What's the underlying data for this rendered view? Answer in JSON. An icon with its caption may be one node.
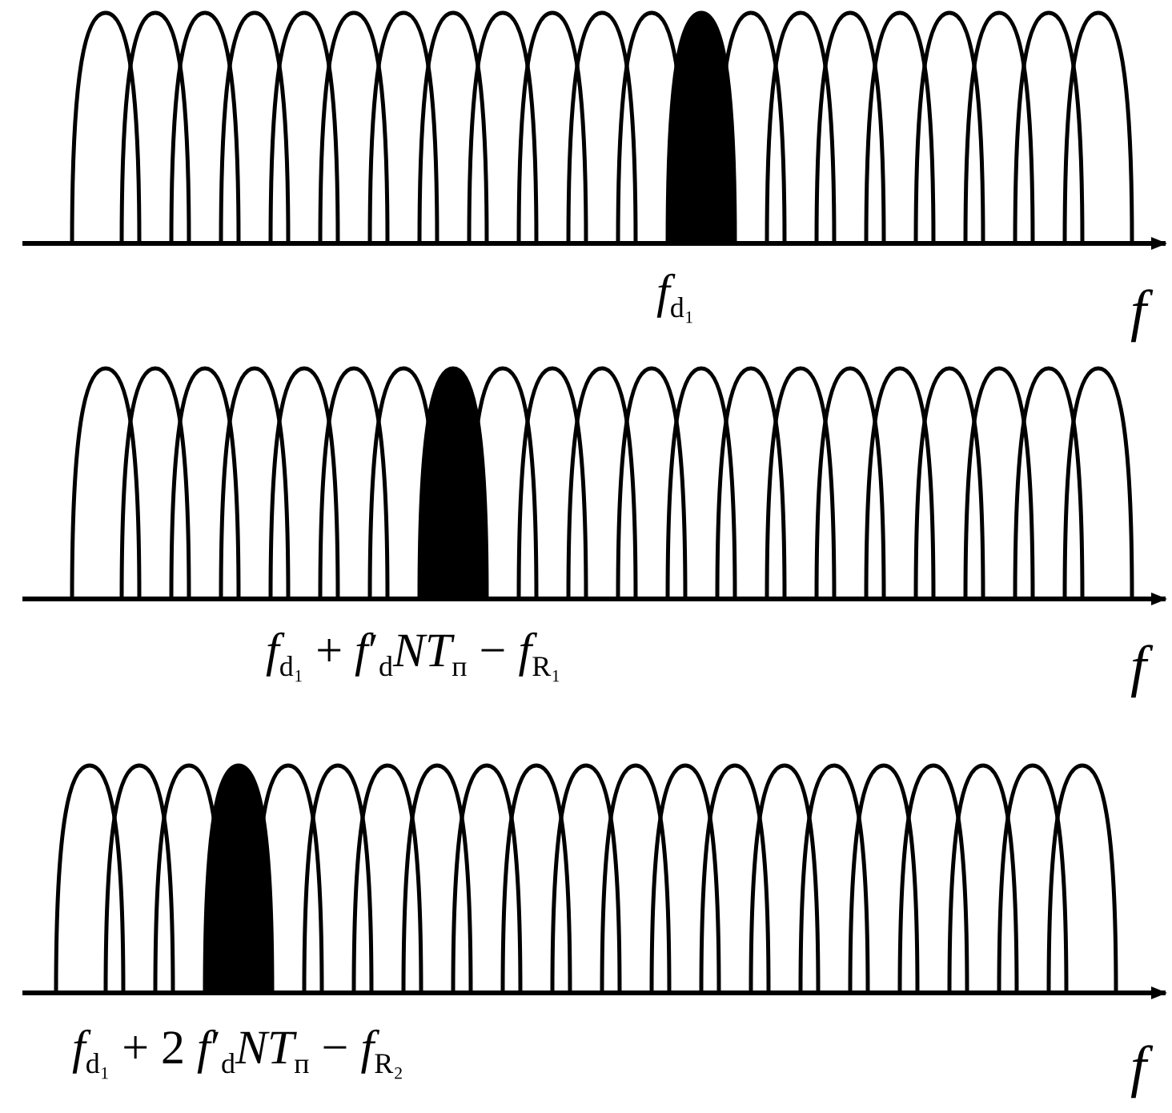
{
  "diagram": {
    "labels": [
      "*f*$_{d₁}$",
      "f",
      "*f*$_{d₁}$ + *f*′$_{d}$*NT*$_{п}$ − *f*$_{R₁}$",
      "f",
      "*f*$_{d₁}$ + 2 *f*′$_{d}$*NT*$_{п}$ − *f*$_{R₂}$",
      "f"
    ]
  }
}
